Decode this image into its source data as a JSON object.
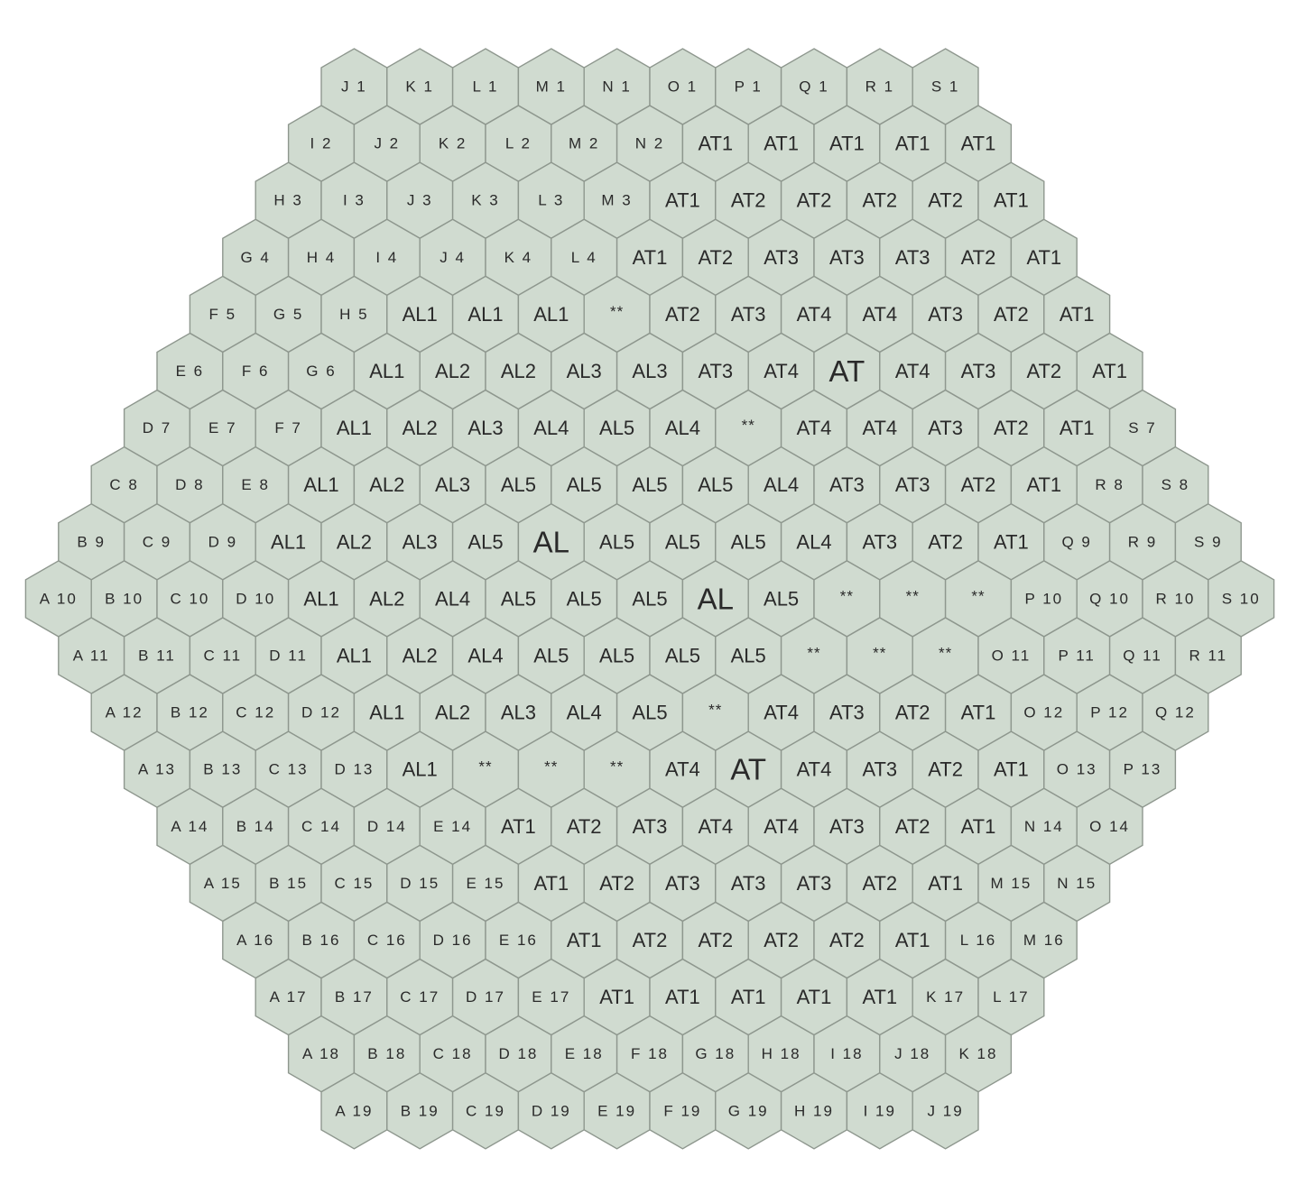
{
  "board": {
    "colors": {
      "cell_fill": "#d0dbd0",
      "cell_stroke": "#8e978e",
      "text": "#2a2a2a",
      "background": "#ffffff"
    },
    "rows": [
      [
        "J 1",
        "K 1",
        "L 1",
        "M 1",
        "N 1",
        "O 1",
        "P 1",
        "Q 1",
        "R 1",
        "S 1"
      ],
      [
        "I 2",
        "J 2",
        "K 2",
        "L 2",
        "M 2",
        "N 2",
        "AT1",
        "AT1",
        "AT1",
        "AT1",
        "AT1"
      ],
      [
        "H 3",
        "I 3",
        "J 3",
        "K 3",
        "L 3",
        "M 3",
        "AT1",
        "AT2",
        "AT2",
        "AT2",
        "AT2",
        "AT1"
      ],
      [
        "G 4",
        "H 4",
        "I 4",
        "J 4",
        "K 4",
        "L 4",
        "AT1",
        "AT2",
        "AT3",
        "AT3",
        "AT3",
        "AT2",
        "AT1"
      ],
      [
        "F 5",
        "G 5",
        "H 5",
        "AL1",
        "AL1",
        "AL1",
        "**",
        "AT2",
        "AT3",
        "AT4",
        "AT4",
        "AT3",
        "AT2",
        "AT1"
      ],
      [
        "E 6",
        "F 6",
        "G 6",
        "AL1",
        "AL2",
        "AL2",
        "AL3",
        "AL3",
        "AT3",
        "AT4",
        "AT",
        "AT4",
        "AT3",
        "AT2",
        "AT1"
      ],
      [
        "D 7",
        "E 7",
        "F 7",
        "AL1",
        "AL2",
        "AL3",
        "AL4",
        "AL5",
        "AL4",
        "**",
        "AT4",
        "AT4",
        "AT3",
        "AT2",
        "AT1",
        "S 7"
      ],
      [
        "C 8",
        "D 8",
        "E 8",
        "AL1",
        "AL2",
        "AL3",
        "AL5",
        "AL5",
        "AL5",
        "AL5",
        "AL4",
        "AT3",
        "AT3",
        "AT2",
        "AT1",
        "R 8",
        "S 8"
      ],
      [
        "B 9",
        "C 9",
        "D 9",
        "AL1",
        "AL2",
        "AL3",
        "AL5",
        "AL",
        "AL5",
        "AL5",
        "AL5",
        "AL4",
        "AT3",
        "AT2",
        "AT1",
        "Q 9",
        "R 9",
        "S 9"
      ],
      [
        "A 10",
        "B 10",
        "C 10",
        "D 10",
        "AL1",
        "AL2",
        "AL4",
        "AL5",
        "AL5",
        "AL5",
        "AL",
        "AL5",
        "**",
        "**",
        "**",
        "P 10",
        "Q 10",
        "R 10",
        "S 10"
      ],
      [
        "A 11",
        "B 11",
        "C 11",
        "D 11",
        "AL1",
        "AL2",
        "AL4",
        "AL5",
        "AL5",
        "AL5",
        "AL5",
        "**",
        "**",
        "**",
        "O 11",
        "P 11",
        "Q 11",
        "R 11"
      ],
      [
        "A 12",
        "B 12",
        "C 12",
        "D 12",
        "AL1",
        "AL2",
        "AL3",
        "AL4",
        "AL5",
        "**",
        "AT4",
        "AT3",
        "AT2",
        "AT1",
        "O 12",
        "P 12",
        "Q 12"
      ],
      [
        "A 13",
        "B 13",
        "C 13",
        "D 13",
        "AL1",
        "**",
        "**",
        "**",
        "AT4",
        "AT",
        "AT4",
        "AT3",
        "AT2",
        "AT1",
        "O 13",
        "P 13"
      ],
      [
        "A 14",
        "B 14",
        "C 14",
        "D 14",
        "E 14",
        "AT1",
        "AT2",
        "AT3",
        "AT4",
        "AT4",
        "AT3",
        "AT2",
        "AT1",
        "N 14",
        "O 14"
      ],
      [
        "A 15",
        "B 15",
        "C 15",
        "D 15",
        "E 15",
        "AT1",
        "AT2",
        "AT3",
        "AT3",
        "AT3",
        "AT2",
        "AT1",
        "M 15",
        "N 15"
      ],
      [
        "A 16",
        "B 16",
        "C 16",
        "D 16",
        "E 16",
        "AT1",
        "AT2",
        "AT2",
        "AT2",
        "AT2",
        "AT1",
        "L 16",
        "M 16"
      ],
      [
        "A 17",
        "B 17",
        "C 17",
        "D 17",
        "E 17",
        "AT1",
        "AT1",
        "AT1",
        "AT1",
        "AT1",
        "K 17",
        "L 17"
      ],
      [
        "A 18",
        "B 18",
        "C 18",
        "D 18",
        "E 18",
        "F 18",
        "G 18",
        "H 18",
        "I 18",
        "J 18",
        "K 18"
      ],
      [
        "A 19",
        "B 19",
        "C 19",
        "D 19",
        "E 19",
        "F 19",
        "G 19",
        "H 19",
        "I 19",
        "J 19"
      ]
    ]
  }
}
